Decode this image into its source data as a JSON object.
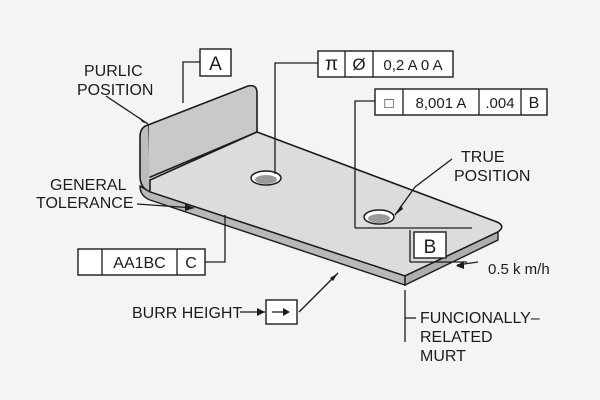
{
  "labels": {
    "purlic_position": [
      "PURLIC",
      "POSITION"
    ],
    "general_tolerance": [
      "GENERAL",
      "TOLERANCE"
    ],
    "true_position": [
      "TRUE",
      "POSITION"
    ],
    "burr_height": "BURR HEIGHT",
    "speed": "0.5 k m/h",
    "functional_related": [
      "FUNCIONALLY–",
      "RELATED",
      "MURT"
    ]
  },
  "datum_a": "A",
  "datum_b": "B",
  "frame_top": [
    "π",
    "Ø",
    "0,2 A 0 A"
  ],
  "frame_mid": [
    "□",
    "8,001 A",
    ".004",
    "B"
  ],
  "frame_left": [
    "",
    "AA1BC",
    "C"
  ],
  "colors": {
    "part_top": "#dcdcdc",
    "part_side": "#c4c4c4",
    "outline": "#1c1c1c",
    "background": "#f4f4f2"
  }
}
